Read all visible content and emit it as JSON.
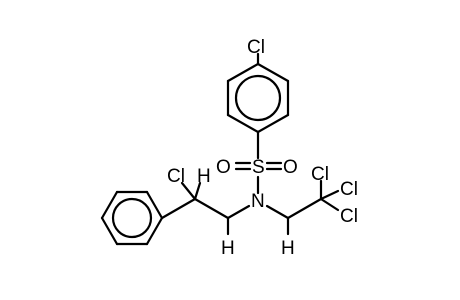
{
  "molecule": {
    "atoms": {
      "cl_para": "Cl",
      "o_left": "O",
      "s": "S",
      "o_right": "O",
      "n": "N",
      "cl_benzylic": "Cl",
      "h_benzylic": "H",
      "h_ch2_left": "H",
      "h_ch2_right": "H",
      "cl_cf3_top": "Cl",
      "cl_cf3_mid": "Cl",
      "cl_cf3_bottom": "Cl"
    },
    "colors": {
      "ink": "#000000",
      "background": "#ffffff"
    }
  }
}
